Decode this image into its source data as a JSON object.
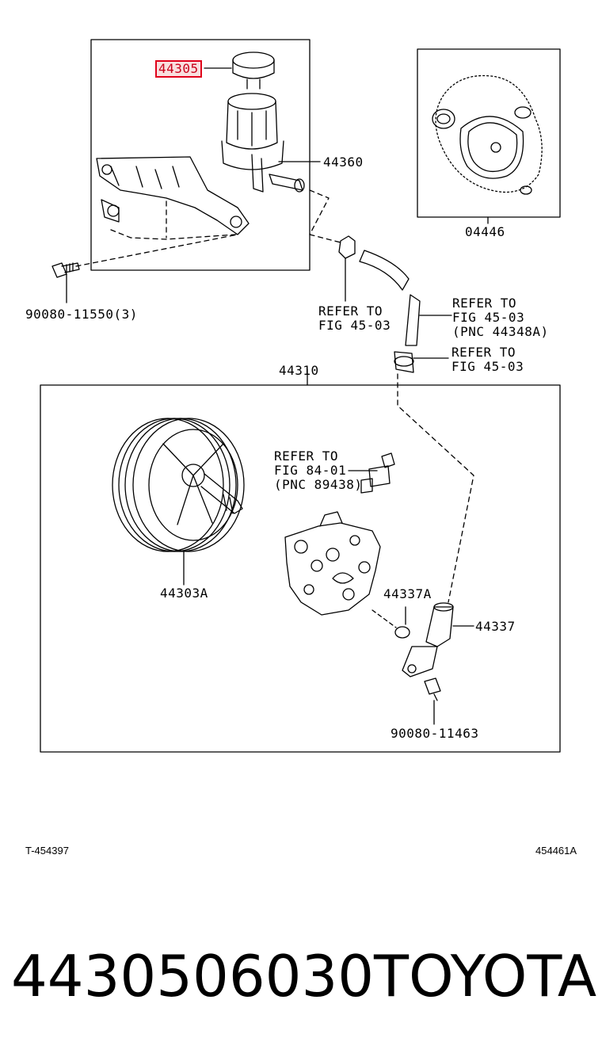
{
  "parts": {
    "p44305": "44305",
    "p44360": "44360",
    "p04446": "04446",
    "p90080_11550": "90080-11550(3)",
    "p44310": "44310",
    "p44303A": "44303A",
    "p44337A": "44337A",
    "p44337": "44337",
    "p90080_11463": "90080-11463"
  },
  "refs": {
    "ref_4503_a": [
      "REFER TO",
      "FIG 45-03"
    ],
    "ref_4503_b": [
      "REFER TO",
      "FIG 45-03",
      "(PNC 44348A)"
    ],
    "ref_4503_c": [
      "REFER TO",
      "FIG 45-03"
    ],
    "ref_8401": [
      "REFER TO",
      "FIG 84-01",
      "(PNC 89438)"
    ]
  },
  "meta": {
    "left_code": "T-454397",
    "right_code": "454461A"
  },
  "footer": {
    "part_number": "4430506030",
    "brand": "TOYOTA"
  },
  "colors": {
    "highlight_border": "#e0001b",
    "highlight_fill": "#f9dede",
    "line": "#000000"
  }
}
